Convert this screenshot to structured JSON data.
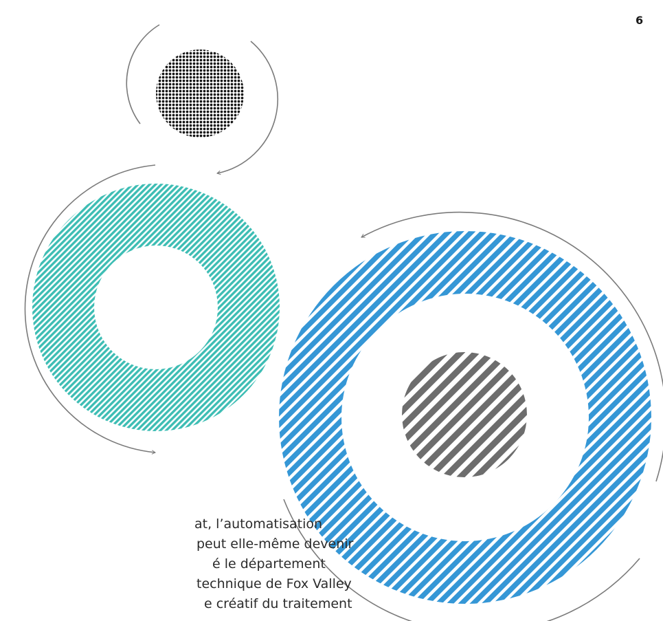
{
  "page": {
    "number": "6"
  },
  "body_text": {
    "lines": [
      "at, l’automatisation",
      "peut elle-même devenir",
      "é le département",
      "technique de Fox Valley",
      "e créatif du traitement"
    ]
  },
  "illustration": {
    "colors": {
      "black_dots": "#141414",
      "teal_ring": "#3dbdb4",
      "blue_ring": "#3597d6",
      "gray_core": "#6d6d6d",
      "arrow_stroke": "#7a7a7a"
    }
  }
}
